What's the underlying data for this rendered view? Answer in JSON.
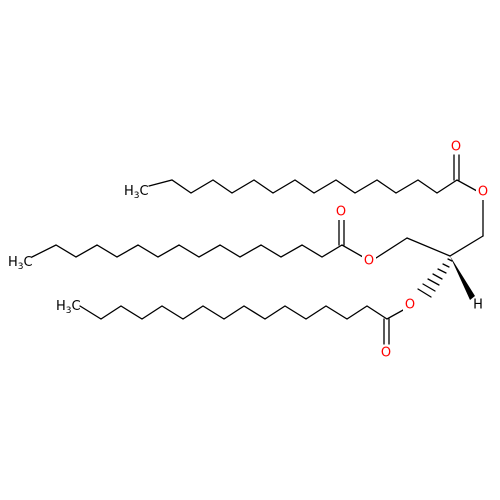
{
  "structure": {
    "atom_labels": {
      "ester1_carbonyl_O": "O",
      "ester1_ether_O": "O",
      "ester2_carbonyl_O": "O",
      "ester2_ether_O": "O",
      "ester3_carbonyl_O": "O",
      "ester3_ether_O": "O",
      "stereo_H": "H"
    },
    "methyl_labels": {
      "chain1": {
        "main": "H",
        "sub": "3",
        "tail": "C"
      },
      "chain2": {
        "main": "H",
        "sub": "3",
        "tail": "C"
      },
      "chain3": {
        "main": "H",
        "sub": "3",
        "tail": "C"
      }
    },
    "colors": {
      "bond": "#000000",
      "oxygen": "#ff0000",
      "background": "#ffffff"
    }
  }
}
